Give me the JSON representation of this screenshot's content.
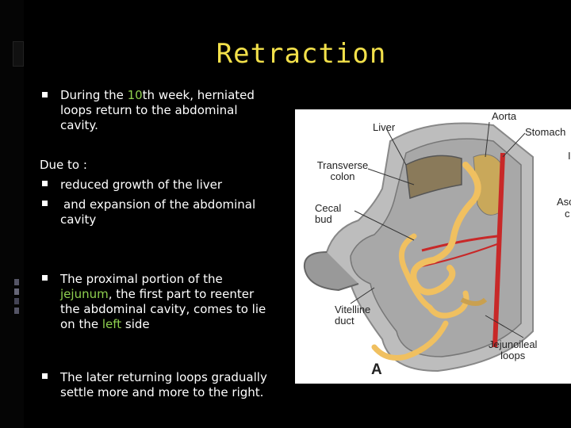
{
  "slide": {
    "title": "Retraction",
    "bullet1": {
      "pre": "During the ",
      "highlight": "10",
      "post": "th week, herniated loops return to the abdominal cavity."
    },
    "due_to": "Due to :",
    "reason1": "reduced growth of the liver",
    "reason2": "and expansion of the abdominal cavity",
    "bullet3": {
      "pre": "The proximal portion of the ",
      "highlight1": "jejunum",
      "mid": ", the first part to reenter the abdominal cavity, comes to lie on the ",
      "highlight2": "left",
      "post": " side"
    },
    "bullet4": "The later returning loops gradually settle more and more to the right."
  },
  "figure": {
    "labels": {
      "liver": "Liver",
      "aorta": "Aorta",
      "stomach": "Stomach",
      "transverse_colon_1": "Transverse",
      "transverse_colon_2": "colon",
      "cecal_bud_1": "Cecal",
      "cecal_bud_2": "bud",
      "vitelline_1": "Vitelline",
      "vitelline_2": "duct",
      "jejunoileal_1": "Jejunoileal",
      "jejunoileal_2": "loops",
      "panel": "A",
      "cut_right_1": "I",
      "cut_right_2": "Asc",
      "cut_right_3": "c"
    }
  },
  "colors": {
    "title": "#f2e04a",
    "highlight": "#8fd04f",
    "background": "#000000",
    "text": "#ffffff"
  }
}
